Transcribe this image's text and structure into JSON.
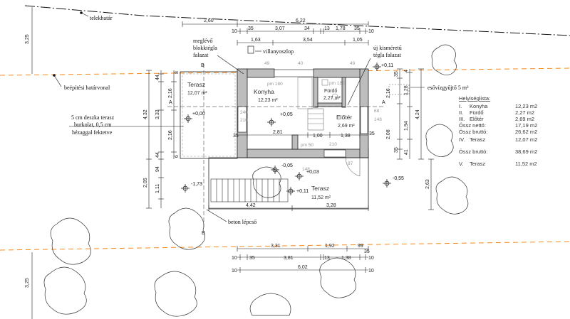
{
  "labels": {
    "telekhatar": "telekhatár",
    "beepitesi": "beépítési határvonal",
    "meglevo_1": "meglévő",
    "meglevo_2": "blokktégla",
    "meglevo_3": "falazat",
    "villanyoszlop": "villanyoszlop",
    "uj_1": "új kisméretű",
    "uj_2": "tégla falazat",
    "esovizgyujto": "esővízgyűjtő 5 m³",
    "deszka_1": "5 cm deszka terasz",
    "deszka_2": "burkolat, 0,5 cm",
    "deszka_3": "hézaggal fektetve",
    "beton_lepcso": "beton lépcső"
  },
  "rooms": {
    "terasz_left": {
      "name": "Terasz",
      "area": "12,07 m²"
    },
    "konyha": {
      "name": "Konyha",
      "area": "12,23 m²"
    },
    "furdo": {
      "name": "Fürdő",
      "area": "2,27 m²"
    },
    "eloter": {
      "name": "Előtér",
      "area": "2,69 m²"
    },
    "terasz_bottom": {
      "name": "Terasz",
      "area": "11,52 m²"
    }
  },
  "section_marks": {
    "a": "A",
    "b": "B"
  },
  "levels": {
    "l_p011_top": "+0,11",
    "l_p000": "+0,00",
    "l_p005": "+0,05",
    "l_m005": "-0,05",
    "l_p003": "+0,03",
    "l_p011": "+0,11",
    "l_m055": "-0,55",
    "l_m173": "-1,73"
  },
  "faint_texts": {
    "pm180a": "pm 180",
    "pm180b": "pm 180",
    "pm50": "pm 50",
    "n49a": "49",
    "n49b": "49",
    "n40": "40",
    "n68": "68",
    "n148a": "148",
    "n148b": "148",
    "n240": "240",
    "n210a": "210",
    "n210b": "210",
    "n87": "87"
  },
  "dims_top": {
    "d260": "2,60",
    "d622": "6,22",
    "d10a": "10",
    "d35a": "35",
    "d307": "3,07",
    "d34": "34",
    "d13a": "13",
    "d178": "1,78",
    "d35b": "35",
    "d10b": "10",
    "d163": "1,63",
    "d354": "3,54",
    "d105": "1,05"
  },
  "dims_inner": {
    "d35c": "35",
    "d281": "2,81",
    "d100": "1,00",
    "d138a": "1,38",
    "d35d": "35"
  },
  "dims_bottom": {
    "d442": "4,42",
    "d328": "3,28",
    "d331": "3,31",
    "d192": "1,92",
    "d99": "99",
    "d10c": "10",
    "d35e": "35",
    "d381": "3,81",
    "d13b": "13",
    "d138b": "1,38",
    "d35f": "35",
    "d10d": "10",
    "d10e": "10",
    "d602": "6,02",
    "d10f": "10"
  },
  "dims_left": {
    "d325a": "3,25",
    "d432": "4,32",
    "d205": "2,05",
    "d44": "44",
    "d8": "8",
    "d216a": "2,16",
    "d333": "3,33",
    "d216b": "2,16",
    "d6": "6",
    "d44b": "44",
    "d94": "94",
    "d111": "1,11",
    "d325b": "3,25"
  },
  "dims_right": {
    "d35r": "35",
    "d4r": "4",
    "d128": "1,28",
    "d216r": "2,16",
    "d194": "1,94",
    "d208": "2,08",
    "d41": "41",
    "d424": "4,24",
    "d263": "2,63",
    "d35r2": "35"
  },
  "area_table": {
    "title": "Helyiséglista:",
    "rows": [
      {
        "num": "I.",
        "name": "Konyha",
        "value": "12,23 m2"
      },
      {
        "num": "II.",
        "name": "Fürdő",
        "value": "2,27 m2"
      },
      {
        "num": "III.",
        "name": "Előtér",
        "value": "2,69 m2"
      },
      {
        "num": "",
        "name": "Össz nettó:",
        "value": "17,19 m2"
      },
      {
        "num": "",
        "name": "Össz bruttó:",
        "value": "26,62 m2"
      },
      {
        "num": "IV.",
        "name": "Terasz",
        "value": "12,07 m2"
      },
      {
        "num": "",
        "name": "Össz bruttó:",
        "value": "38,69 m2"
      },
      {
        "num": "V.",
        "name": "Terasz",
        "value": "11,52 m2"
      }
    ]
  }
}
